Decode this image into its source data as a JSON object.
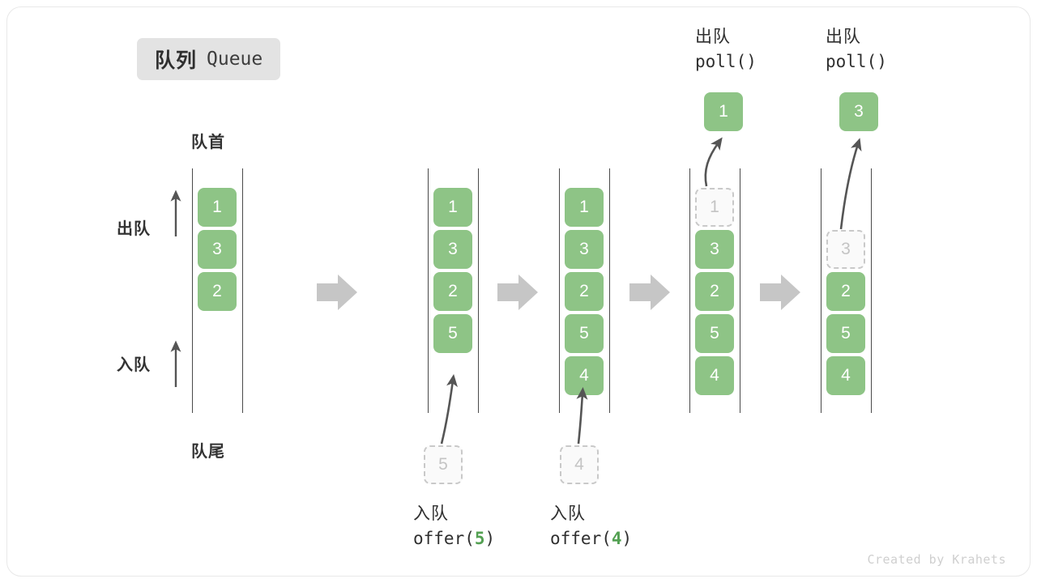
{
  "title": {
    "cn": "队列",
    "en": "Queue"
  },
  "labels": {
    "head": "队首",
    "tail": "队尾",
    "dequeue": "出队",
    "enqueue": "入队"
  },
  "colors": {
    "cell_fill": "#8ec486",
    "cell_text": "#ffffff",
    "ghost_fill": "#fafafa",
    "ghost_border": "#c9c9c9",
    "ghost_text": "#c4c4c4",
    "rail": "#4a4a4a",
    "step_arrow": "#c6c6c6",
    "thin_arrow": "#555555",
    "badge_bg": "#e3e3e3",
    "accent_green": "#53a052"
  },
  "columns": [
    {
      "id": "col-initial",
      "cells": [
        {
          "value": "1",
          "state": "solid"
        },
        {
          "value": "3",
          "state": "solid"
        },
        {
          "value": "2",
          "state": "solid"
        }
      ]
    },
    {
      "id": "col-after-offer-5",
      "cells": [
        {
          "value": "1",
          "state": "solid"
        },
        {
          "value": "3",
          "state": "solid"
        },
        {
          "value": "2",
          "state": "solid"
        },
        {
          "value": "5",
          "state": "solid"
        }
      ]
    },
    {
      "id": "col-after-offer-4",
      "cells": [
        {
          "value": "1",
          "state": "solid"
        },
        {
          "value": "3",
          "state": "solid"
        },
        {
          "value": "2",
          "state": "solid"
        },
        {
          "value": "5",
          "state": "solid"
        },
        {
          "value": "4",
          "state": "solid"
        }
      ]
    },
    {
      "id": "col-poll-1",
      "cells": [
        {
          "value": "1",
          "state": "ghost"
        },
        {
          "value": "3",
          "state": "solid"
        },
        {
          "value": "2",
          "state": "solid"
        },
        {
          "value": "5",
          "state": "solid"
        },
        {
          "value": "4",
          "state": "solid"
        }
      ]
    },
    {
      "id": "col-poll-3",
      "cells": [
        {
          "value": "",
          "state": "empty"
        },
        {
          "value": "3",
          "state": "ghost"
        },
        {
          "value": "2",
          "state": "solid"
        },
        {
          "value": "5",
          "state": "solid"
        },
        {
          "value": "4",
          "state": "solid"
        }
      ]
    }
  ],
  "operations": {
    "offer_5": {
      "cn": "入队",
      "code_prefix": "offer(",
      "arg": "5",
      "code_suffix": ")",
      "pending_value": "5"
    },
    "offer_4": {
      "cn": "入队",
      "code_prefix": "offer(",
      "arg": "4",
      "code_suffix": ")",
      "pending_value": "4"
    },
    "poll_1": {
      "cn": "出队",
      "code": "poll()",
      "result_value": "1"
    },
    "poll_3": {
      "cn": "出队",
      "code": "poll()",
      "result_value": "3"
    }
  },
  "footer": {
    "credit": "Created by Krahets"
  }
}
